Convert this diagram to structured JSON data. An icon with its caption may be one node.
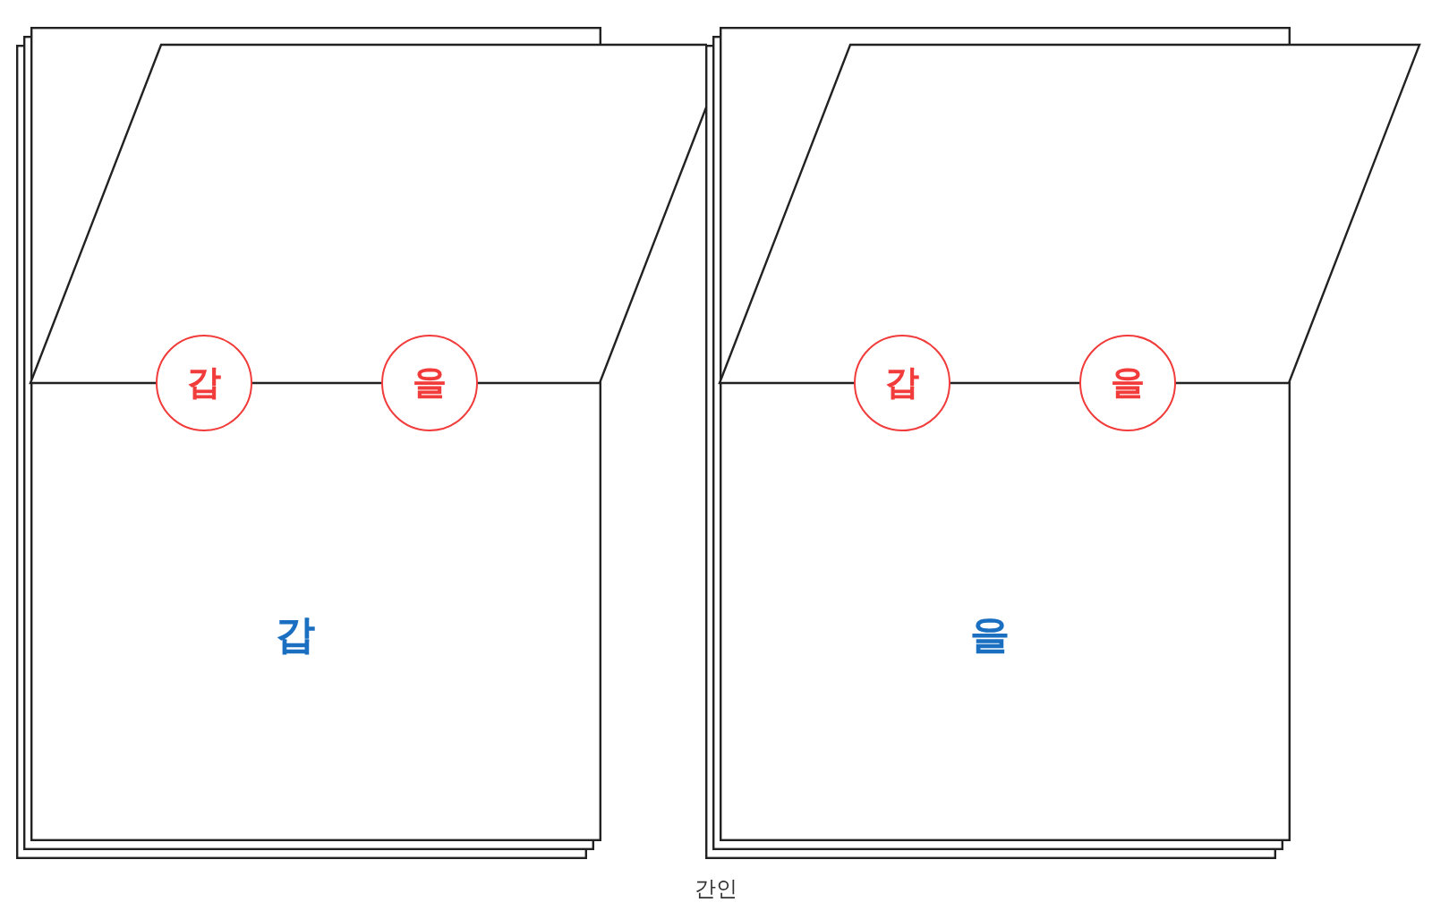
{
  "diagram": {
    "caption": "간인",
    "nodes": [
      {
        "text": [
          "갑"
        ]
      },
      {
        "text": [
          "갑"
        ],
        "in": 0
      },
      {
        "text": [
          "을"
        ],
        "in": 0
      },
      {
        "text": [
          "을"
        ]
      },
      {
        "text": [
          "갑"
        ],
        "in": 3
      },
      {
        "text": [
          "을"
        ],
        "in": 3
      }
    ]
  }
}
